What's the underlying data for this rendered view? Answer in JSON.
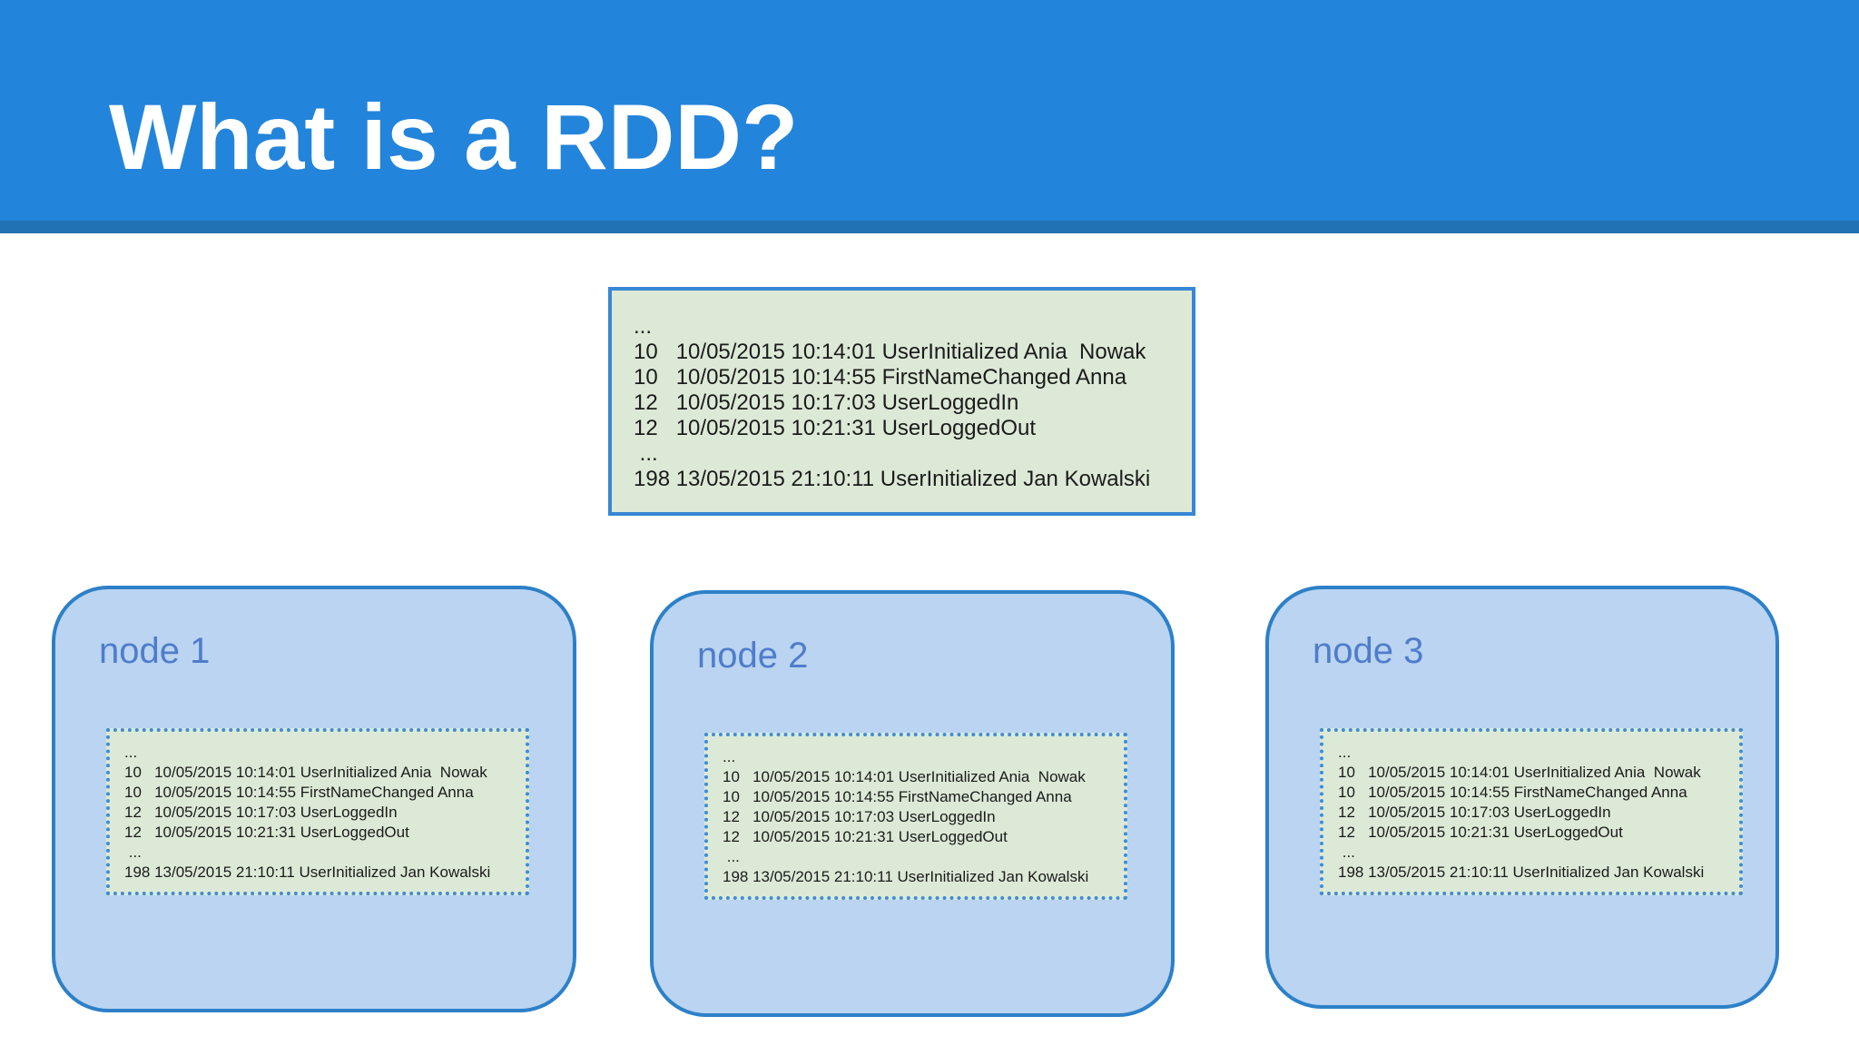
{
  "slide_title": "What is a RDD?",
  "colors": {
    "header_bg": "#2384DB",
    "header_divider": "#2171B5",
    "title_text": "#FFFFFF",
    "node_fill": "#BAD4F1",
    "node_border": "#2D80C8",
    "node_label": "#4F7DCB",
    "log_fill": "#DCE9D6",
    "log_border": "#3787D3",
    "log_dotted_border": "#3E8CD8",
    "log_text": "#1B1B1B"
  },
  "log_lines": [
    "...",
    "10   10/05/2015 10:14:01 UserInitialized Ania  Nowak",
    "10   10/05/2015 10:14:55 FirstNameChanged Anna",
    "12   10/05/2015 10:17:03 UserLoggedIn",
    "12   10/05/2015 10:21:31 UserLoggedOut",
    " ...",
    "198 13/05/2015 21:10:11 UserInitialized Jan Kowalski"
  ],
  "nodes": [
    {
      "label": "node 1"
    },
    {
      "label": "node 2"
    },
    {
      "label": "node 3"
    }
  ]
}
